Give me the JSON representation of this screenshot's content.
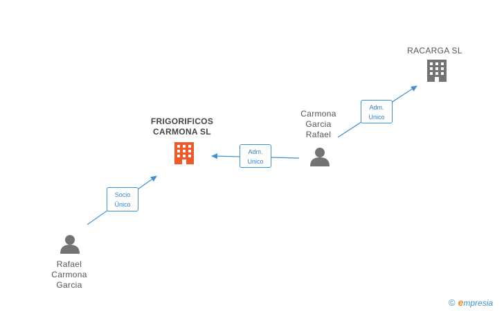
{
  "nodes": {
    "frigorificos": {
      "label": [
        "FRIGORIFICOS",
        "CARMONA SL"
      ],
      "icon": "building-icon",
      "color": "#f05a28"
    },
    "racarga": {
      "label": [
        "RACARGA SL"
      ],
      "icon": "building-icon",
      "color": "#737373"
    },
    "carmona_garcia_rafael": {
      "label": [
        "Carmona",
        "Garcia",
        "Rafael"
      ],
      "icon": "person-icon",
      "color": "#737373"
    },
    "rafael_carmona_garcia": {
      "label": [
        "Rafael",
        "Carmona",
        "Garcia"
      ],
      "icon": "person-icon",
      "color": "#737373"
    }
  },
  "edges": {
    "socio_unico": {
      "label": [
        "Socio",
        "Único"
      ]
    },
    "adm_unico_frigorificos": {
      "label": [
        "Adm.",
        "Unico"
      ]
    },
    "adm_unico_racarga": {
      "label": [
        "Adm.",
        "Unico"
      ]
    }
  },
  "brand": {
    "copyright": "©",
    "e": "e",
    "name": "mpresia"
  },
  "colors": {
    "edge": "#3d8fd4",
    "building_main": "#f05a28",
    "building_other": "#737373",
    "person": "#737373"
  }
}
